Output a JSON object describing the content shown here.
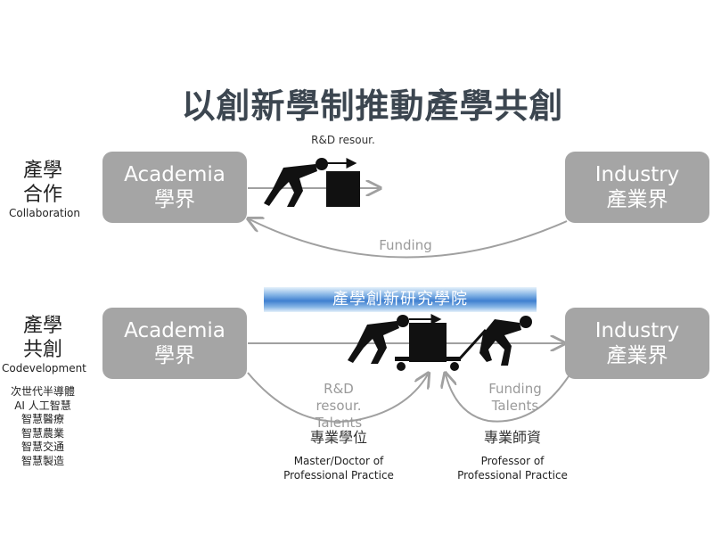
{
  "title": "以創新學制推動產學共創",
  "top_row": {
    "side_label_zh": [
      "產學",
      "合作"
    ],
    "side_label_en": "Collaboration",
    "academia_en": "Academia",
    "academia_zh": "學界",
    "industry_en": "Industry",
    "industry_zh": "產業界",
    "rd_label": "R&D resour.",
    "funding_label": "Funding"
  },
  "bottom_row": {
    "side_label_zh": [
      "產學",
      "共創"
    ],
    "side_label_en": "Codevelopment",
    "applications": [
      "次世代半導體",
      "AI 人工智慧",
      "智慧醫療",
      "智慧農業",
      "智慧交通",
      "智慧製造"
    ],
    "banner": "產學創新研究學院",
    "academia_en": "Academia",
    "academia_zh": "學界",
    "industry_en": "Industry",
    "industry_zh": "產業界",
    "left_flow": [
      "R&D",
      "resour.",
      "Talents"
    ],
    "right_flow": [
      "Funding",
      "Talents"
    ],
    "degree_zh": "專業學位",
    "degree_en": [
      "Master/Doctor of",
      "Professional Practice"
    ],
    "faculty_zh": "專業師資",
    "faculty_en": [
      "Professor of",
      "Professional Practice"
    ]
  },
  "colors": {
    "box": "#a5a5a5",
    "arrow": "#a0a0a0",
    "title": "#3c4650",
    "banner": "#3f7fd0",
    "figure": "#111111"
  }
}
